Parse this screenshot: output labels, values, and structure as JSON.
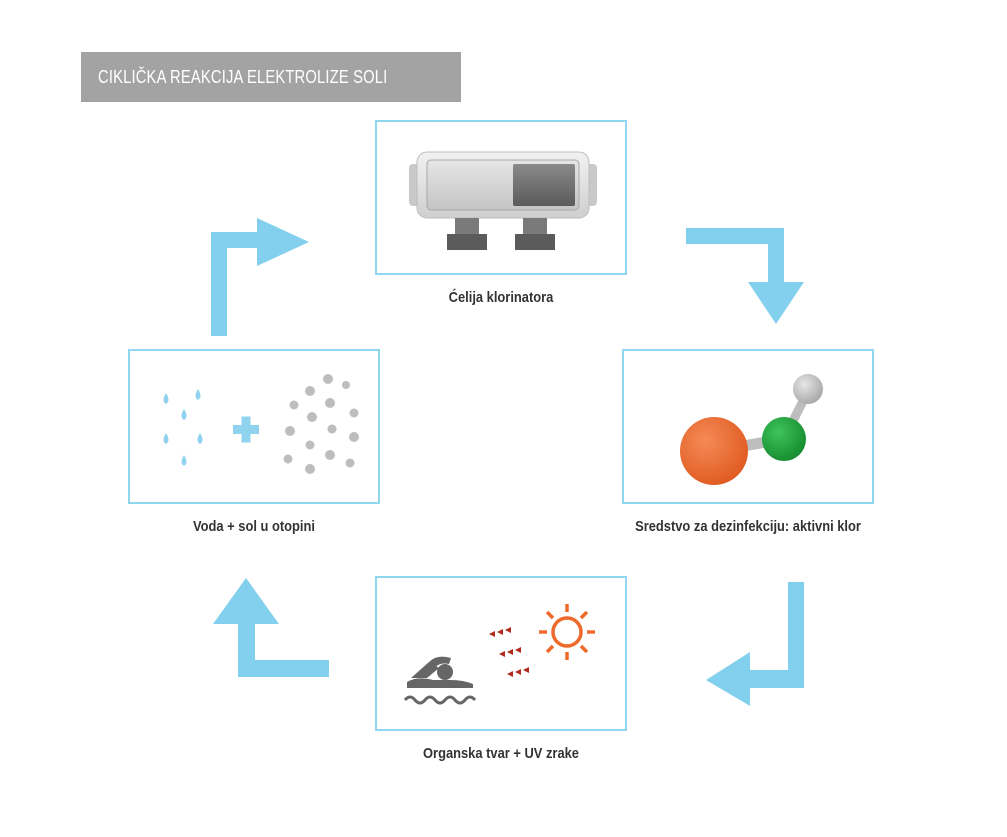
{
  "title": "CIKLIČKA REAKCIJA ELEKTROLIZE SOLI",
  "colors": {
    "accent_border": "#90d6ec",
    "arrow": "#83d0ee",
    "title_bg": "#a3a3a3",
    "orange": "#e86a32",
    "green": "#1f9b3a",
    "grey": "#b8b8b8"
  },
  "nodes": {
    "chlorinator": {
      "label": "Ćelija klorinatora",
      "icon": "chlorinator-cell-icon"
    },
    "disinfectant": {
      "label": "Sredstvo za dezinfekciju: aktivni klor",
      "icon": "molecule-icon"
    },
    "organic": {
      "label": "Organska tvar + UV zrake",
      "icon": "swimmer-sun-icon"
    },
    "water_salt": {
      "label": "Voda + sol u otopini",
      "icon": "water-salt-icon"
    }
  }
}
